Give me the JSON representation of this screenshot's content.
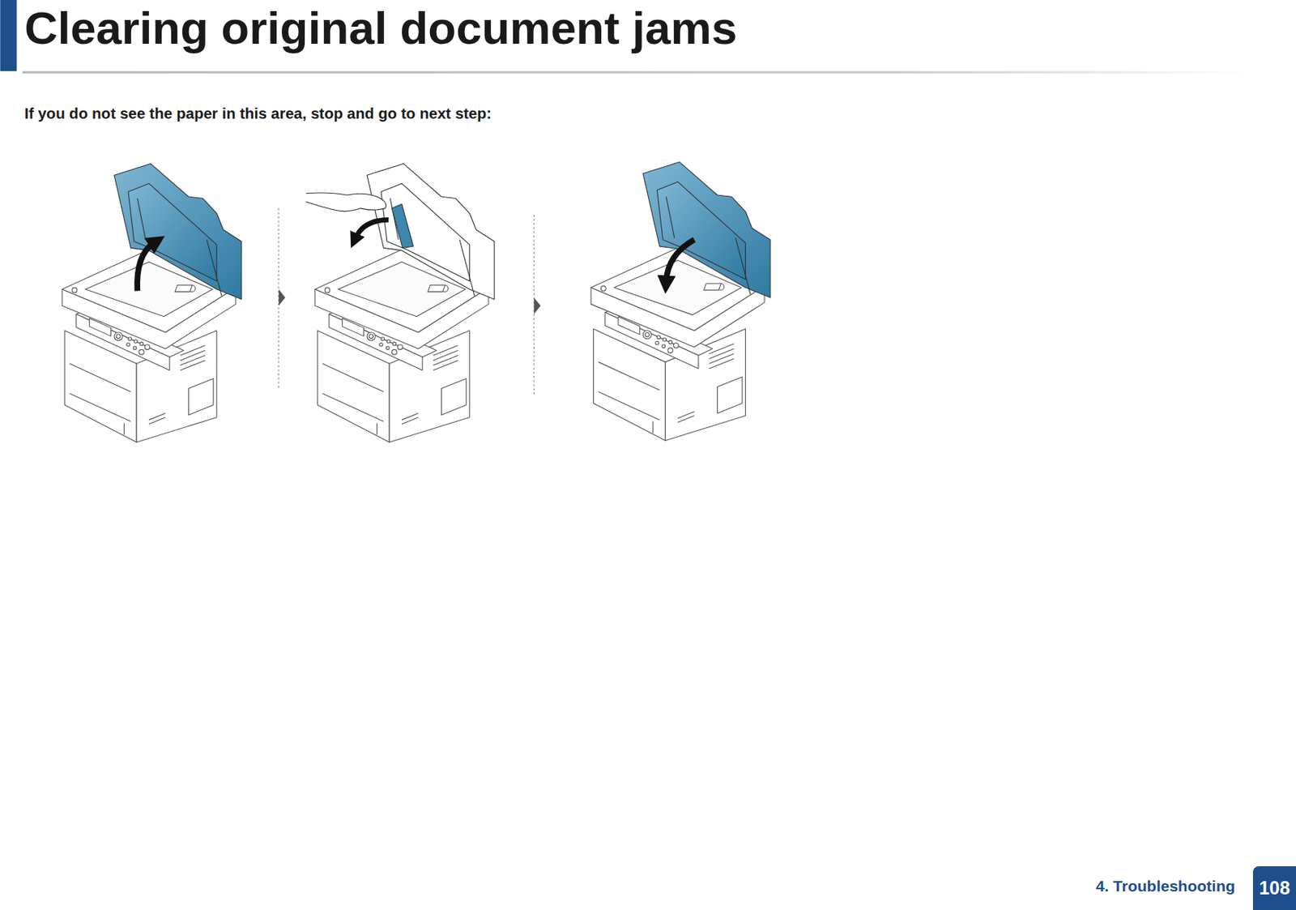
{
  "diagram": {
    "title": "Clearing original document jams",
    "nodes": [
      {
        "text": [
          "108"
        ]
      }
    ],
    "labels": [
      "If you do not see the paper in this area, stop and go to next step:",
      "4. Troubleshooting"
    ]
  }
}
